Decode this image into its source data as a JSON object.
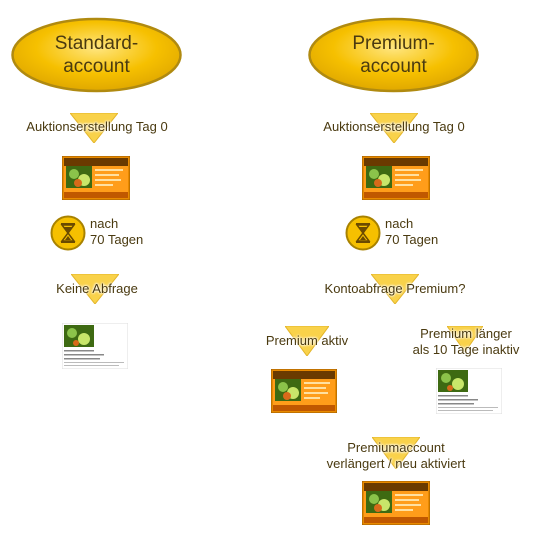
{
  "colors": {
    "ellipse_fill": "#f6c000",
    "ellipse_stroke": "#c79a00",
    "triangle_fill": "#f9d24a",
    "text": "#4a3a10",
    "premium_thumb_frame": "#e88a00"
  },
  "left": {
    "title": "Standard-\naccount",
    "step1": "Auktionserstellung Tag 0",
    "wait": "nach\n70 Tagen",
    "step2": "Keine Abfrage"
  },
  "right": {
    "title": "Premium-\naccount",
    "step1": "Auktionserstellung Tag 0",
    "wait": "nach\n70 Tagen",
    "step2": "Kontoabfrage Premium?",
    "branch_active": "Premium aktiv",
    "branch_inactive": "Premium länger\nals 10 Tage inaktiv",
    "renewal": "Premiumaccount\nverlängert / neu aktiviert"
  },
  "icons": {
    "wait": "hourglass-icon",
    "standard_listing": "standard-listing-thumbnail",
    "premium_listing": "premium-listing-thumbnail"
  }
}
